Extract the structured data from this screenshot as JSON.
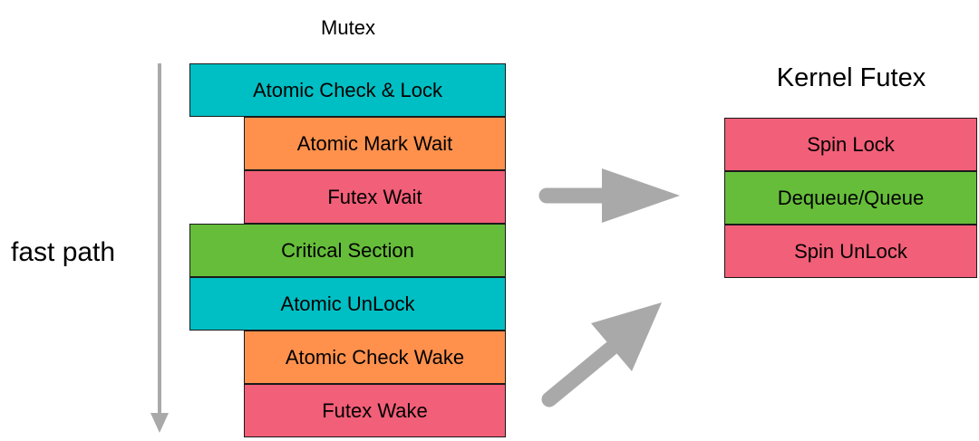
{
  "colors": {
    "teal": "#00bfc4",
    "orange": "#ff914d",
    "pink": "#f25f78",
    "green": "#66bd3a",
    "arrow_gray": "#a9a9a9",
    "border": "#1a1a1a"
  },
  "mutex": {
    "title": "Mutex",
    "blocks": [
      {
        "label": "Atomic Check & Lock",
        "color": "teal",
        "indent": false
      },
      {
        "label": "Atomic Mark Wait",
        "color": "orange",
        "indent": true
      },
      {
        "label": "Futex Wait",
        "color": "pink",
        "indent": true
      },
      {
        "label": "Critical Section",
        "color": "green",
        "indent": false
      },
      {
        "label": "Atomic UnLock",
        "color": "teal",
        "indent": false
      },
      {
        "label": "Atomic Check Wake",
        "color": "orange",
        "indent": true
      },
      {
        "label": "Futex Wake",
        "color": "pink",
        "indent": true
      }
    ]
  },
  "fast_path": {
    "label": "fast path",
    "icon": "arrow-down-icon"
  },
  "kernel_futex": {
    "title": "Kernel Futex",
    "blocks": [
      {
        "label": "Spin Lock",
        "color": "pink"
      },
      {
        "label": "Dequeue/Queue",
        "color": "green"
      },
      {
        "label": "Spin UnLock",
        "color": "pink"
      }
    ]
  },
  "connectors": [
    {
      "icon": "arrow-right-icon"
    },
    {
      "icon": "arrow-diagonal-up-right-icon"
    }
  ]
}
